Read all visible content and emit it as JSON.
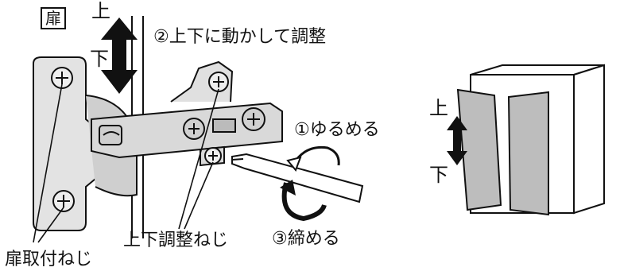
{
  "labels": {
    "door": "扉",
    "up": "上",
    "down": "下",
    "step2": "②上下に動かして調整",
    "step1": "①ゆるめる",
    "step3": "③締める",
    "adjust_screw": "上下調整ねじ",
    "door_mount_screw": "扉取付ねじ"
  },
  "cabinet": {
    "up": "上",
    "down": "下"
  },
  "colors": {
    "ink": "#111111",
    "metal": "#d9d9d9",
    "metal_dark": "#a9a9a9",
    "door_panel": "#bdbdbd"
  }
}
